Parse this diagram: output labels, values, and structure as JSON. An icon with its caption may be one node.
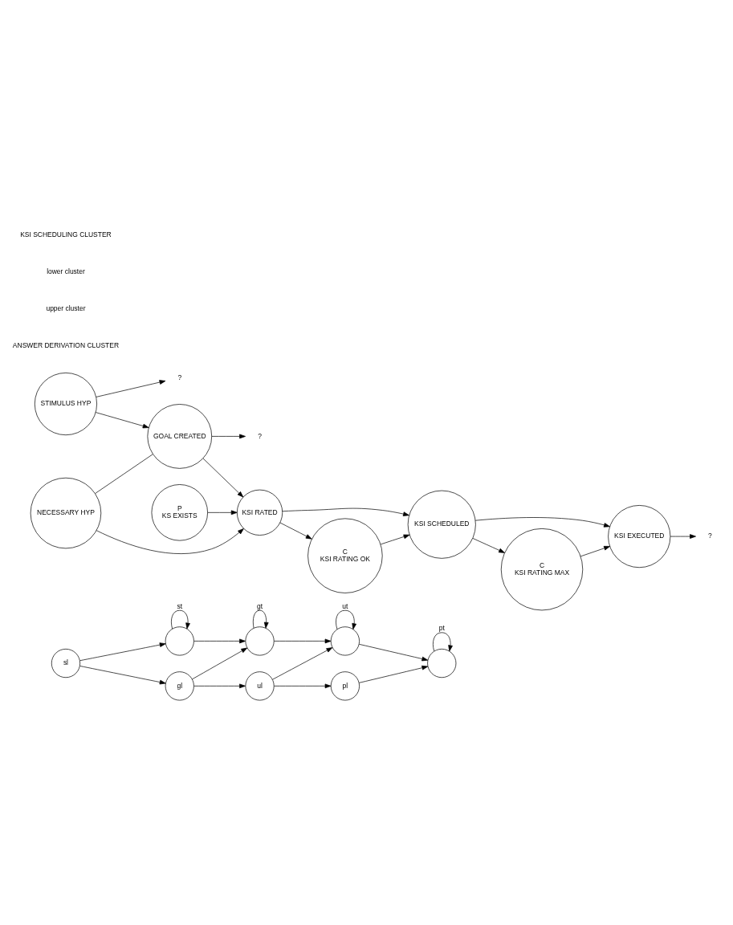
{
  "diagram": {
    "nodes": [
      {
        "text": [],
        "shape": "circle"
      },
      {
        "text": [],
        "shape": "circle"
      },
      {
        "text": [],
        "shape": "circle"
      },
      {
        "text": [],
        "shape": "circle"
      },
      {
        "text": [
          "sl"
        ]
      },
      {
        "text": [
          "gl"
        ]
      },
      {
        "text": [
          "ul"
        ]
      },
      {
        "text": [
          "pl"
        ]
      },
      {
        "text": [
          "?"
        ]
      },
      {
        "text": [
          "?"
        ]
      },
      {
        "text": [
          "?"
        ]
      },
      {
        "text": [
          "STIMULUS HYP"
        ]
      },
      {
        "text": [
          "GOAL CREATED"
        ]
      },
      {
        "text": [
          "P",
          "KS EXISTS"
        ]
      },
      {
        "text": [
          "KSI RATED"
        ]
      },
      {
        "text": [
          "KSI SCHEDULED"
        ]
      },
      {
        "text": [
          "KSI EXECUTED"
        ]
      },
      {
        "text": [
          "NECESSARY HYP"
        ]
      },
      {
        "text": [
          "C",
          "KSI RATING OK"
        ]
      },
      {
        "text": [
          "C",
          "KSI RATING MAX"
        ]
      }
    ],
    "edges": [
      {
        "from": 0,
        "to": 0,
        "arrow": "to",
        "label": "st"
      },
      {
        "from": 1,
        "to": 1,
        "arrow": "to",
        "label": "gt"
      },
      {
        "from": 2,
        "to": 2,
        "arrow": "to",
        "label": "ut"
      },
      {
        "from": 3,
        "to": 3,
        "arrow": "to",
        "label": "pt"
      },
      {
        "from": 0,
        "to": 1,
        "arrow": "to"
      },
      {
        "from": 1,
        "to": 2,
        "arrow": "to"
      },
      {
        "from": 2,
        "to": 3,
        "arrow": "to"
      },
      {
        "from": 4,
        "to": 0,
        "arrow": "to"
      },
      {
        "from": 5,
        "to": 1,
        "arrow": "to"
      },
      {
        "from": 6,
        "to": 2,
        "arrow": "to"
      },
      {
        "from": 7,
        "to": 3,
        "arrow": "to"
      },
      {
        "from": 4,
        "to": 5,
        "arrow": "to"
      },
      {
        "from": 5,
        "to": 6,
        "arrow": "to"
      },
      {
        "from": 6,
        "to": 7,
        "arrow": "to"
      },
      {
        "from": 11,
        "to": 8,
        "arrow": "to"
      },
      {
        "from": 12,
        "to": 9,
        "arrow": "to"
      },
      {
        "from": 16,
        "to": 10,
        "arrow": "to"
      },
      {
        "from": 11,
        "to": 12,
        "arrow": "to"
      },
      {
        "from": 12,
        "to": 14,
        "arrow": "to"
      },
      {
        "from": 13,
        "to": 14,
        "arrow": "to"
      },
      {
        "from": 17,
        "to": 14,
        "arrow": "to"
      },
      {
        "from": 17,
        "to": 12,
        "arrow": "none"
      },
      {
        "from": 14,
        "to": 15,
        "arrow": "to"
      },
      {
        "from": 14,
        "to": 18,
        "arrow": "to"
      },
      {
        "from": 18,
        "to": 15,
        "arrow": "to"
      },
      {
        "from": 15,
        "to": 16,
        "arrow": "to"
      },
      {
        "from": 15,
        "to": 19,
        "arrow": "to"
      },
      {
        "from": 19,
        "to": 16,
        "arrow": "to"
      }
    ],
    "labels": [
      "ANSWER DERIVATION CLUSTER",
      "upper cluster",
      "lower cluster",
      "KSI SCHEDULING CLUSTER"
    ]
  }
}
